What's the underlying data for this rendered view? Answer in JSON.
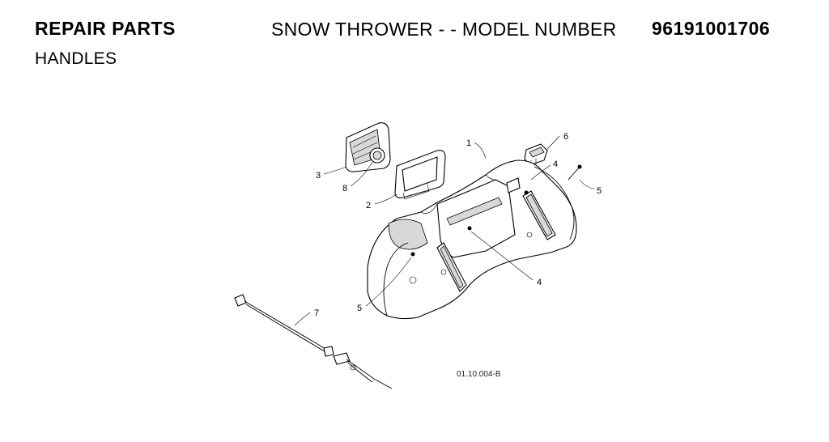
{
  "header": {
    "section": "REPAIR PARTS",
    "title": "SNOW THROWER - - MODEL NUMBER",
    "model_number": "96191001706",
    "subtitle": "HANDLES"
  },
  "diagram": {
    "reference_code": "01.10.004-B",
    "callouts": [
      "1",
      "6",
      "4",
      "5",
      "3",
      "8",
      "2",
      "4",
      "5",
      "7"
    ]
  }
}
